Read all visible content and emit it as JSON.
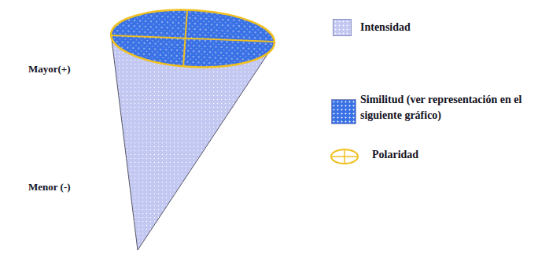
{
  "diagram": {
    "labels": [
      "Mayor(+)",
      "Menor (-)"
    ],
    "legend": [
      {
        "text": "Intensidad",
        "color": "#c3c8f2"
      },
      {
        "text": "Similitud (ver representación en el siguiente gráfico)",
        "color": "#3a72e6"
      },
      {
        "text": "Polaridad"
      }
    ]
  }
}
